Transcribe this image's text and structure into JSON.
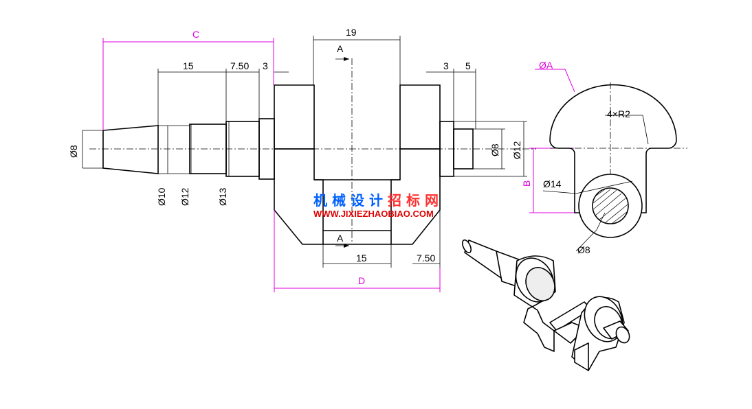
{
  "front_view": {
    "dim_c": "C",
    "dim_19": "19",
    "dim_15_top": "15",
    "dim_750_top": "7.50",
    "dim_3_left": "3",
    "dim_3_right": "3",
    "dim_5": "5",
    "dim_d8_left": "Ø8",
    "dim_d10": "Ø10",
    "dim_d12_left": "Ø12",
    "dim_d13": "Ø13",
    "dim_d8_right": "Ø8",
    "dim_d12_right": "Ø12",
    "dim_15_bottom": "15",
    "dim_750_bottom": "7.50",
    "dim_d": "D",
    "section_a_top": "A",
    "section_a_bottom": "A"
  },
  "side_view": {
    "dim_phi_a": "ØA",
    "dim_4xr2": "4×R2",
    "dim_b": "B",
    "dim_d14": "Ø14",
    "dim_d8": "Ø8"
  },
  "watermark": {
    "chars": [
      "机",
      "械",
      "设",
      "计",
      "招",
      "标",
      "网"
    ],
    "colors": [
      "#0060ff",
      "#0060ff",
      "#0060ff",
      "#0060ff",
      "#ff3030",
      "#ff3030",
      "#ff3030"
    ],
    "url": "WWW.JIXIEZHAOBIAO.COM"
  },
  "colors": {
    "line": "#000000",
    "driving_dimension": "#e200e2",
    "watermark_url": "#e00000"
  }
}
